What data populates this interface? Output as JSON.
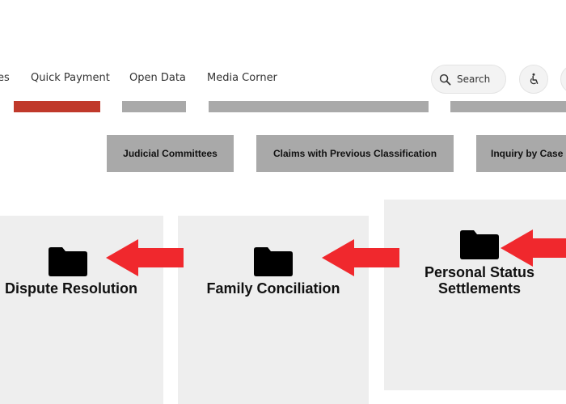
{
  "nav": {
    "links": [
      {
        "label": "es"
      },
      {
        "label": "Quick Payment"
      },
      {
        "label": "Open Data"
      },
      {
        "label": "Media Corner"
      }
    ],
    "search_label": "Search"
  },
  "subnav": {
    "buttons": [
      {
        "label": "Judicial Committees"
      },
      {
        "label": "Claims with Previous Classification"
      },
      {
        "label": "Inquiry by Case"
      }
    ]
  },
  "cards": [
    {
      "title": "Dispute Resolution"
    },
    {
      "title": "Family Conciliation"
    },
    {
      "title_line1": "Personal Status",
      "title_line2": "Settlements"
    }
  ],
  "colors": {
    "accent_tab": "#c0392b",
    "tab_gray": "#a9a9a9",
    "card_bg": "#eeeeee",
    "annotation_arrow": "#f0282d"
  },
  "icons": [
    "search-icon",
    "accessibility-icon",
    "folder-icon",
    "arrow-left-icon"
  ]
}
